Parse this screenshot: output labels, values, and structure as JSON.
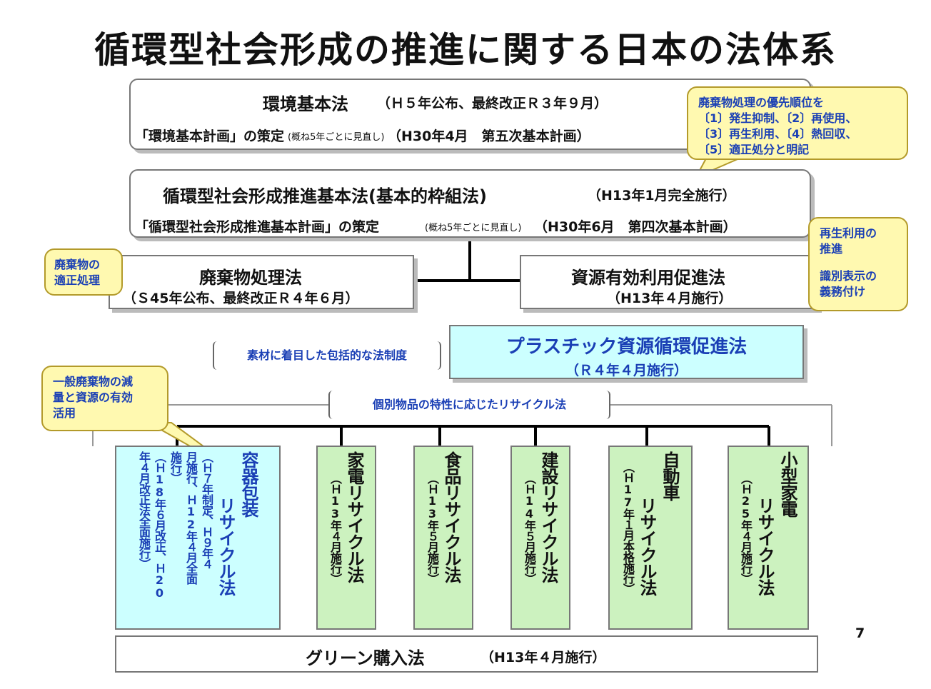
{
  "title": "循環型社会形成の推進に関する日本の法体系",
  "kankyo": {
    "name": "環境基本法",
    "dates": "（Ｈ５年公布、最終改正Ｒ３年９月）",
    "plan_a": "「環境基本計画」の策定",
    "plan_b": "(概ね5年ごとに見直し)",
    "plan_c": "（H30年4月　第五次基本計画）"
  },
  "junkan": {
    "name": "循環型社会形成推進基本法(基本的枠組法)",
    "dates": "（H13年1月完全施行）",
    "plan_a": "「循環型社会形成推進基本計画」の策定",
    "plan_b": "(概ね5年ごとに見直し)",
    "plan_c": "（H30年6月　第四次基本計画）"
  },
  "haikibutsu": {
    "name": "廃棄物処理法",
    "dates": "（Ｓ45年公布、最終改正Ｒ４年６月）"
  },
  "shigen": {
    "name": "資源有効利用促進法",
    "dates": "（H13年４月施行）"
  },
  "callouts": {
    "priority": [
      "廃棄物処理の優先順位を",
      "〔1〕発生抑制、〔2〕再使用、",
      "〔3〕再生利用、〔4〕熱回収、",
      "〔5〕適正処分と明記"
    ],
    "haiki_shori": [
      "廃棄物の",
      "適正処理"
    ],
    "saisei": [
      "再生利用の",
      "推進"
    ],
    "shikibetsu": [
      "識別表示の",
      "義務付け"
    ],
    "ippan": [
      "一般廃棄物の減",
      "量と資源の有効",
      "活用"
    ]
  },
  "sozai_label": "素材に着目した包括的な法制度",
  "plastic": {
    "name": "プラスチック資源循環促進法",
    "dates": "（Ｒ４年４月施行）"
  },
  "kobetsu_label": "個別物品の特性に応じたリサイクル法",
  "recycle_laws": [
    {
      "name_cols": [
        "容器包装",
        "リサイクル法"
      ],
      "note_cols": [
        "（Ｈ７年制定、Ｈ９年４",
        "月施行、Ｈ12年４月全面",
        "施行）",
        "（Ｈ18年６月改正、Ｈ20",
        "年４月改正法全面施行）"
      ]
    },
    {
      "name_cols": [
        "家電リサイクル法"
      ],
      "note_cols": [
        "（Ｈ13年４月施行）"
      ]
    },
    {
      "name_cols": [
        "食品リサイクル法"
      ],
      "note_cols": [
        "（Ｈ13年５月施行）"
      ]
    },
    {
      "name_cols": [
        "建設リサイクル法"
      ],
      "note_cols": [
        "（Ｈ14年５月施行）"
      ]
    },
    {
      "name_cols": [
        "自動車",
        "リサイクル法"
      ],
      "note_cols": [
        "（Ｈ17年１月本格施行）"
      ]
    },
    {
      "name_cols": [
        "小型家電",
        "リサイクル法"
      ],
      "note_cols": [
        "（Ｈ25年４月施行）"
      ]
    }
  ],
  "green": {
    "name": "グリーン購入法",
    "dates": "（H13年４月施行）"
  },
  "page_number": "7",
  "colors": {
    "callout_bg": "#fff9b0",
    "callout_text": "#1a3fb5",
    "cyan": "#ccffff",
    "green": "#ccf2bf"
  }
}
